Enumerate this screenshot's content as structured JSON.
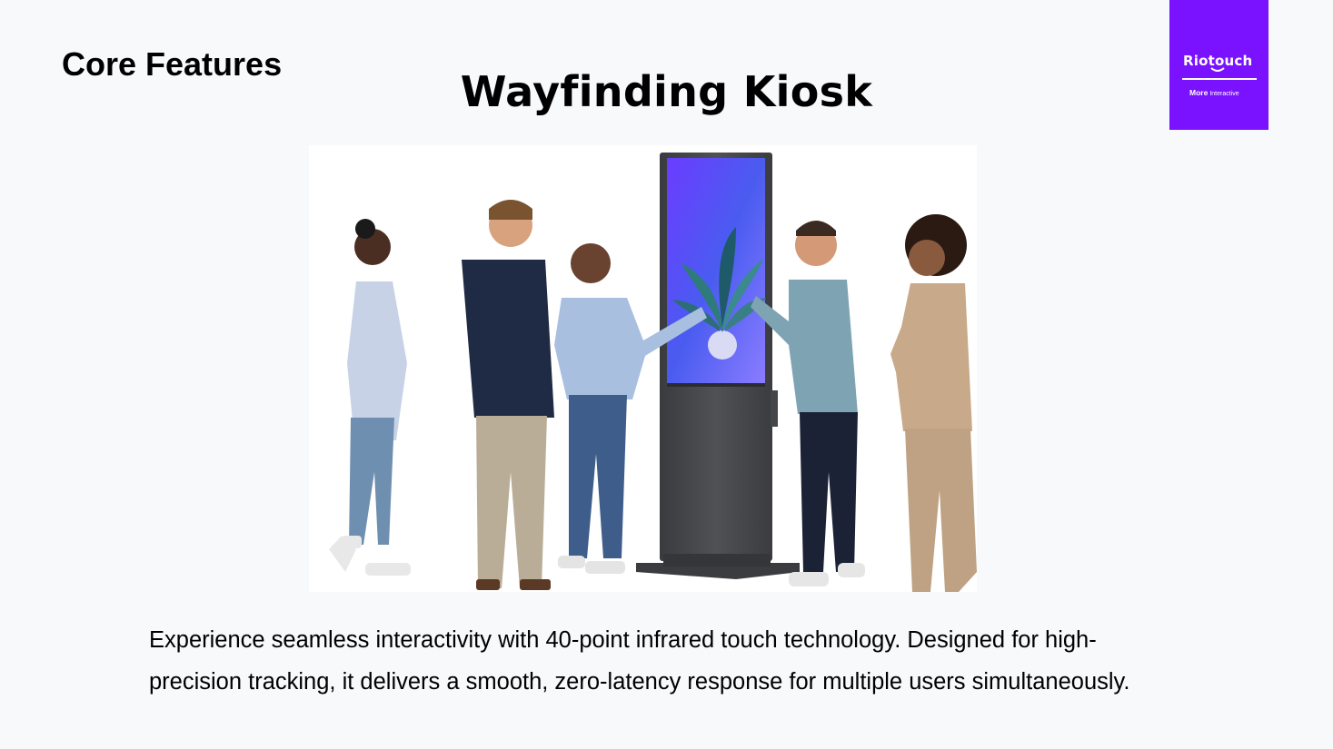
{
  "section_title": "Core Features",
  "title": "Wayfinding Kiosk",
  "logo": {
    "name": "Riotouch",
    "tagline_bold": "More",
    "tagline_rest": "Interactive",
    "color": "#7a12ff"
  },
  "photo": {
    "subject": "five-people-around-touch-kiosk"
  },
  "description": {
    "line1": "Experience seamless interactivity with 40-point infrared touch technology. Designed for high-",
    "line2": "precision tracking, it delivers a smooth, zero-latency response for multiple users simultaneously."
  }
}
